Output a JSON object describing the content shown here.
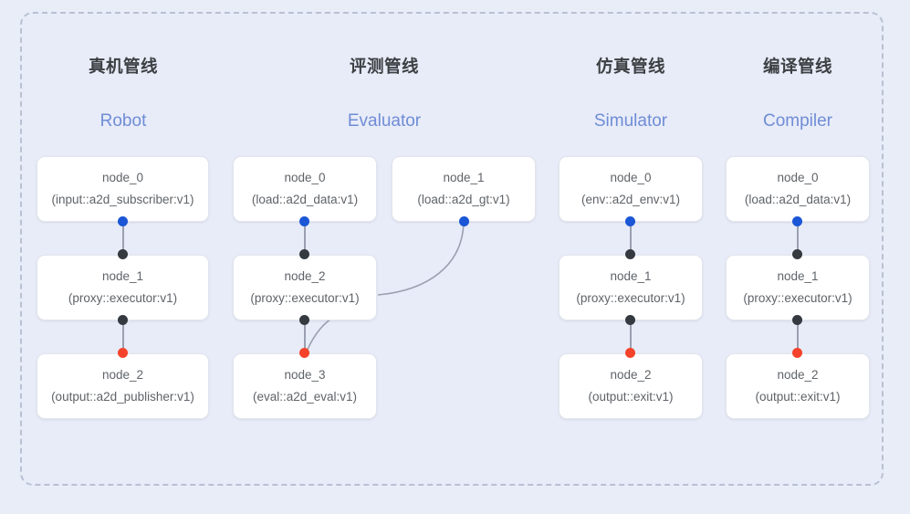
{
  "diagram": {
    "frame_style": "dashed-rounded-container",
    "background_color": "#e9edf8",
    "border_color": "#b8c0d4"
  },
  "columns": [
    {
      "id": "robot",
      "title_cn": "真机管线",
      "title_en": "Robot",
      "nodes": [
        {
          "name": "node_0",
          "type": "(input::a2d_subscriber:v1)",
          "row": 1
        },
        {
          "name": "node_1",
          "type": "(proxy::executor:v1)",
          "row": 2
        },
        {
          "name": "node_2",
          "type": "(output::a2d_publisher:v1)",
          "row": 3
        }
      ]
    },
    {
      "id": "evaluator",
      "title_cn": "评测管线",
      "title_en": "Evaluator",
      "nodes": [
        {
          "name": "node_0",
          "type": "(load::a2d_data:v1)",
          "row": 1
        },
        {
          "name": "node_1",
          "type": "(load::a2d_gt:v1)",
          "row": 1
        },
        {
          "name": "node_2",
          "type": "(proxy::executor:v1)",
          "row": 2
        },
        {
          "name": "node_3",
          "type": "(eval::a2d_eval:v1)",
          "row": 3
        }
      ]
    },
    {
      "id": "simulator",
      "title_cn": "仿真管线",
      "title_en": "Simulator",
      "nodes": [
        {
          "name": "node_0",
          "type": "(env::a2d_env:v1)",
          "row": 1
        },
        {
          "name": "node_1",
          "type": "(proxy::executor:v1)",
          "row": 2
        },
        {
          "name": "node_2",
          "type": "(output::exit:v1)",
          "row": 3
        }
      ]
    },
    {
      "id": "compiler",
      "title_cn": "编译管线",
      "title_en": "Compiler",
      "nodes": [
        {
          "name": "node_0",
          "type": "(load::a2d_data:v1)",
          "row": 1
        },
        {
          "name": "node_1",
          "type": "(proxy::executor:v1)",
          "row": 2
        },
        {
          "name": "node_2",
          "type": "(output::exit:v1)",
          "row": 3
        }
      ]
    }
  ],
  "port_colors": {
    "output_port": "#1a56d6",
    "input_port": "#343a40",
    "terminal_port": "#f4432a"
  }
}
